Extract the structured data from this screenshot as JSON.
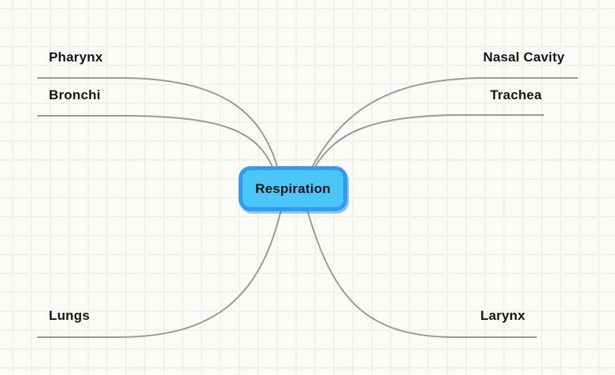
{
  "central": {
    "label": "Respiration"
  },
  "branches": [
    {
      "id": "pharynx",
      "label": "Pharynx",
      "position": "top-left-1"
    },
    {
      "id": "bronchi",
      "label": "Bronchi",
      "position": "top-left-2"
    },
    {
      "id": "nasal-cavity",
      "label": "Nasal Cavity",
      "position": "top-right-1"
    },
    {
      "id": "trachea",
      "label": "Trachea",
      "position": "top-right-2"
    },
    {
      "id": "lungs",
      "label": "Lungs",
      "position": "bottom-left"
    },
    {
      "id": "larynx",
      "label": "Larynx",
      "position": "bottom-right"
    }
  ],
  "colors": {
    "background": "#fbfbf8",
    "grid_line": "#eff3e8",
    "branch_line": "#9a9a9a",
    "node_border": "#2d9df3",
    "node_fill": "#4ac6f8",
    "text": "#161616"
  }
}
